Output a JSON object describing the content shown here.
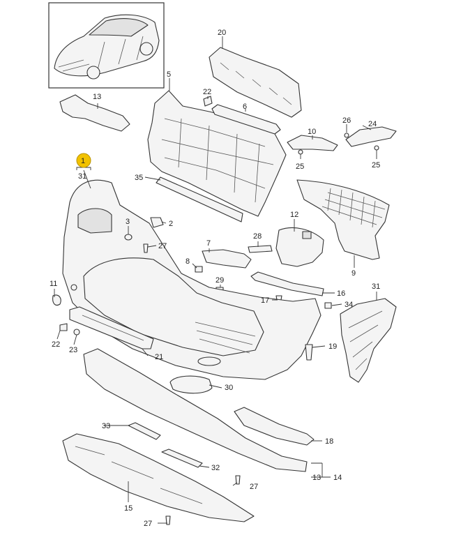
{
  "diagram": {
    "highlight_color": "#f2c200",
    "callouts": {
      "c1": "1",
      "c2": "2",
      "c3": "3",
      "c5": "5",
      "c6": "6",
      "c7": "7",
      "c8": "8",
      "c9": "9",
      "c10": "10",
      "c11": "11",
      "c12": "12",
      "c13": "13",
      "c13b": "13",
      "c14": "14",
      "c15": "15",
      "c16": "16",
      "c17": "17",
      "c18": "18",
      "c19": "19",
      "c20": "20",
      "c21": "21",
      "c22": "22",
      "c22b": "22",
      "c23": "23",
      "c24": "24",
      "c25": "25",
      "c25b": "25",
      "c26": "26",
      "c27a": "27",
      "c27b": "27",
      "c27c": "27",
      "c28": "28",
      "c29": "29",
      "c30": "30",
      "c31": "31",
      "c31b": "31",
      "c32": "32",
      "c33": "33",
      "c34": "34",
      "c35": "35"
    }
  }
}
